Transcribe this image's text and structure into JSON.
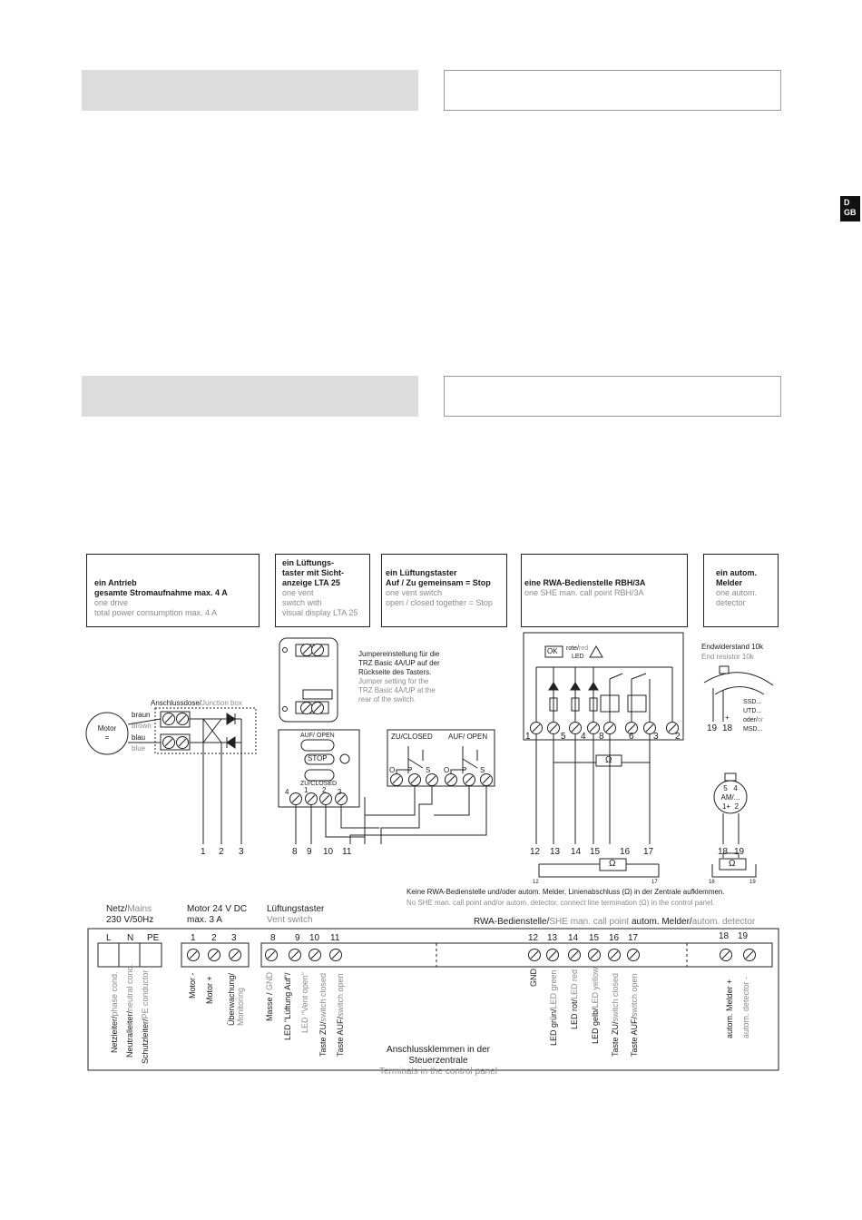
{
  "side_tab": {
    "line1": "D",
    "line2": "GB"
  },
  "boxes": {
    "drive": {
      "de1": "ein Antrieb",
      "de2": "gesamte Stromaufnahme max. 4 A",
      "en1": "one drive",
      "en2": "total power consumption max. 4 A"
    },
    "lta": {
      "de1": "ein Lüftungs-",
      "de2": "taster mit Sicht-",
      "de3": "anzeige LTA 25",
      "en1": "one vent",
      "en2": "switch with",
      "en3": "visual display LTA 25"
    },
    "vent": {
      "de1": "ein Lüftungstaster",
      "de2": "Auf / Zu gemeinsam = Stop",
      "en1": "one vent switch",
      "en2": "open / closed together = Stop"
    },
    "rbh": {
      "de": "eine RWA-Bedienstelle RBH/3A",
      "en": "one SHE man. call point RBH/3A"
    },
    "detector": {
      "de1": "ein autom.",
      "de2": "Melder",
      "en1": "one autom.",
      "en2": "detector"
    }
  },
  "diagram": {
    "jumper_de": [
      "Jumpereinstellung für die",
      "TRZ Basic 4A/UP auf der",
      "Rückseite des Tasters."
    ],
    "jumper_en": [
      "Jumper setting for the",
      "TRZ Basic 4A/UP at the",
      "rear of the switch."
    ],
    "motor": [
      "Motor",
      "="
    ],
    "junction_de": "Anschlussdose/",
    "junction_en": "Junction box",
    "wire_braun": "braun",
    "wire_brown": "brown",
    "wire_blau": "blau",
    "wire_blue": "blue",
    "motor_terms": [
      "1",
      "2",
      "3"
    ],
    "lta_buttons": {
      "open": "AUF/ OPEN",
      "stop": "STOP",
      "closed": "ZU/CLOSED"
    },
    "lta_terms_top": [
      "4",
      "1",
      "2",
      "3"
    ],
    "vent_labels": {
      "closed": "ZU/CLOSED",
      "open": "AUF/ OPEN"
    },
    "ops": [
      "O",
      "P",
      "S",
      "O",
      "P",
      "S"
    ],
    "lta_terms": [
      "8",
      "9",
      "10",
      "11"
    ],
    "rbh_ok": "OK",
    "rbh_led_de": "rote/",
    "rbh_led_en": "red",
    "rbh_led": "LED",
    "rbh_terms_top": [
      "1",
      "5",
      "4",
      "8",
      "6",
      "3",
      "2"
    ],
    "rbh_terms": [
      "12",
      "13",
      "14",
      "15",
      "16",
      "17"
    ],
    "omega": "Ω",
    "end_res_de": "Endwiderstand 10k",
    "end_res_en": "End resistor 10k",
    "detector_types": [
      "SSD...",
      "UTD...",
      "oder/",
      "or",
      "MSD..."
    ],
    "det_nums": [
      "19",
      "18"
    ],
    "det_plus": "+",
    "am": [
      "5",
      "4",
      "AM/...",
      "1+",
      "2"
    ],
    "det_terms": [
      "18",
      "19"
    ],
    "small_terms": [
      "12",
      "17",
      "18",
      "19"
    ],
    "note_de": "Keine RWA-Bedienstelle und/oder autom. Melder, Linienabschluss (Ω) in der Zentrale aufklemmen.",
    "note_en": "No SHE man. call point and/or autom. detector, connect line termination (Ω) in the control panel."
  },
  "terminal": {
    "mains_de": "Netz/",
    "mains_en": "Mains",
    "mains_v": "230 V/50Hz",
    "motor_title1": "Motor 24 V DC",
    "motor_title2": "max. 3 A",
    "vent_de": "Lüftungstaster",
    "vent_en": "Vent switch",
    "rwa_de": "RWA-Bedienstelle/",
    "rwa_en": "SHE man. call point",
    "melder_de": "autom. Melder/",
    "melder_en": "autom. detector",
    "mains_terms": [
      "L",
      "N",
      "PE"
    ],
    "nums": [
      "1",
      "2",
      "3",
      "8",
      "9",
      "10",
      "11",
      "12",
      "13",
      "14",
      "15",
      "16",
      "17",
      "18",
      "19"
    ],
    "footer_de": "Anschlussklemmen in der Steuerzentrale",
    "footer_en": "Terminals in the control panel",
    "rot_labels": {
      "l_de": "Netzleiter/",
      "l_en": "phase cond.",
      "n_de": "Neutralleiter/",
      "n_en": "neutral cond.",
      "pe_de": "Schutzleiter/",
      "pe_en": "PE conductor",
      "m1": "Motor -",
      "m2": "Motor +",
      "m3_de": "Überwachung/",
      "m3_en": "Monitoring",
      "t8_de": "Masse / ",
      "t8_en": "GND",
      "t9": "LED \"Lüftung Auf\"/",
      "t10": "LED \"Vent open\"",
      "t11a_de": "Taste ZU/",
      "t11a_en": "switch closed",
      "t11b_de": "Taste AUF/",
      "t11b_en": "switch open",
      "t12": "GND",
      "t13_de": "LED grün/",
      "t13_en": "LED green",
      "t14_de": "LED rot/",
      "t14_en": "LED red",
      "t15_de": "LED gelb/",
      "t15_en": "LED yellow",
      "t16_de": "Taste ZU/",
      "t16_en": "switch closed",
      "t17_de": "Taste AUF/",
      "t17_en": "switch open",
      "t18": "autom. Melder   +",
      "t19": "autom. detector   -"
    }
  }
}
